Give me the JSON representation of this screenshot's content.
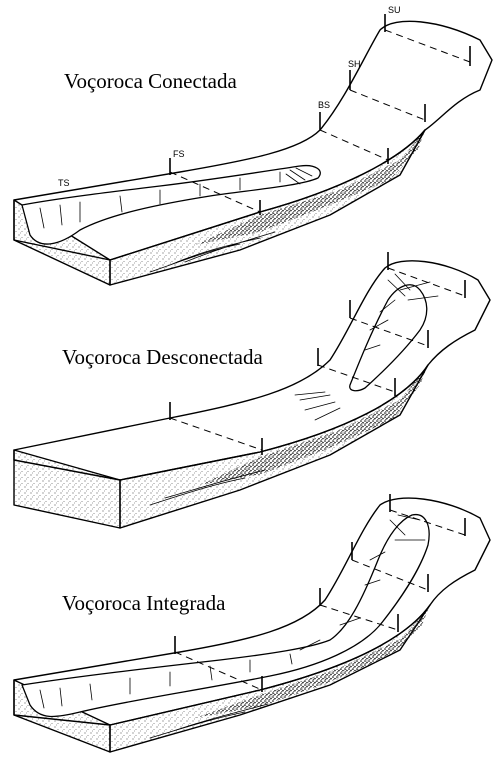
{
  "panels": [
    {
      "title": "Voçoroca Conectada",
      "labels": {
        "ts": "TS",
        "fs": "FS",
        "bs": "BS",
        "sh": "SH",
        "su": "SU"
      }
    },
    {
      "title": "Voçoroca Desconectada"
    },
    {
      "title": "Voçoroca Integrada"
    }
  ]
}
